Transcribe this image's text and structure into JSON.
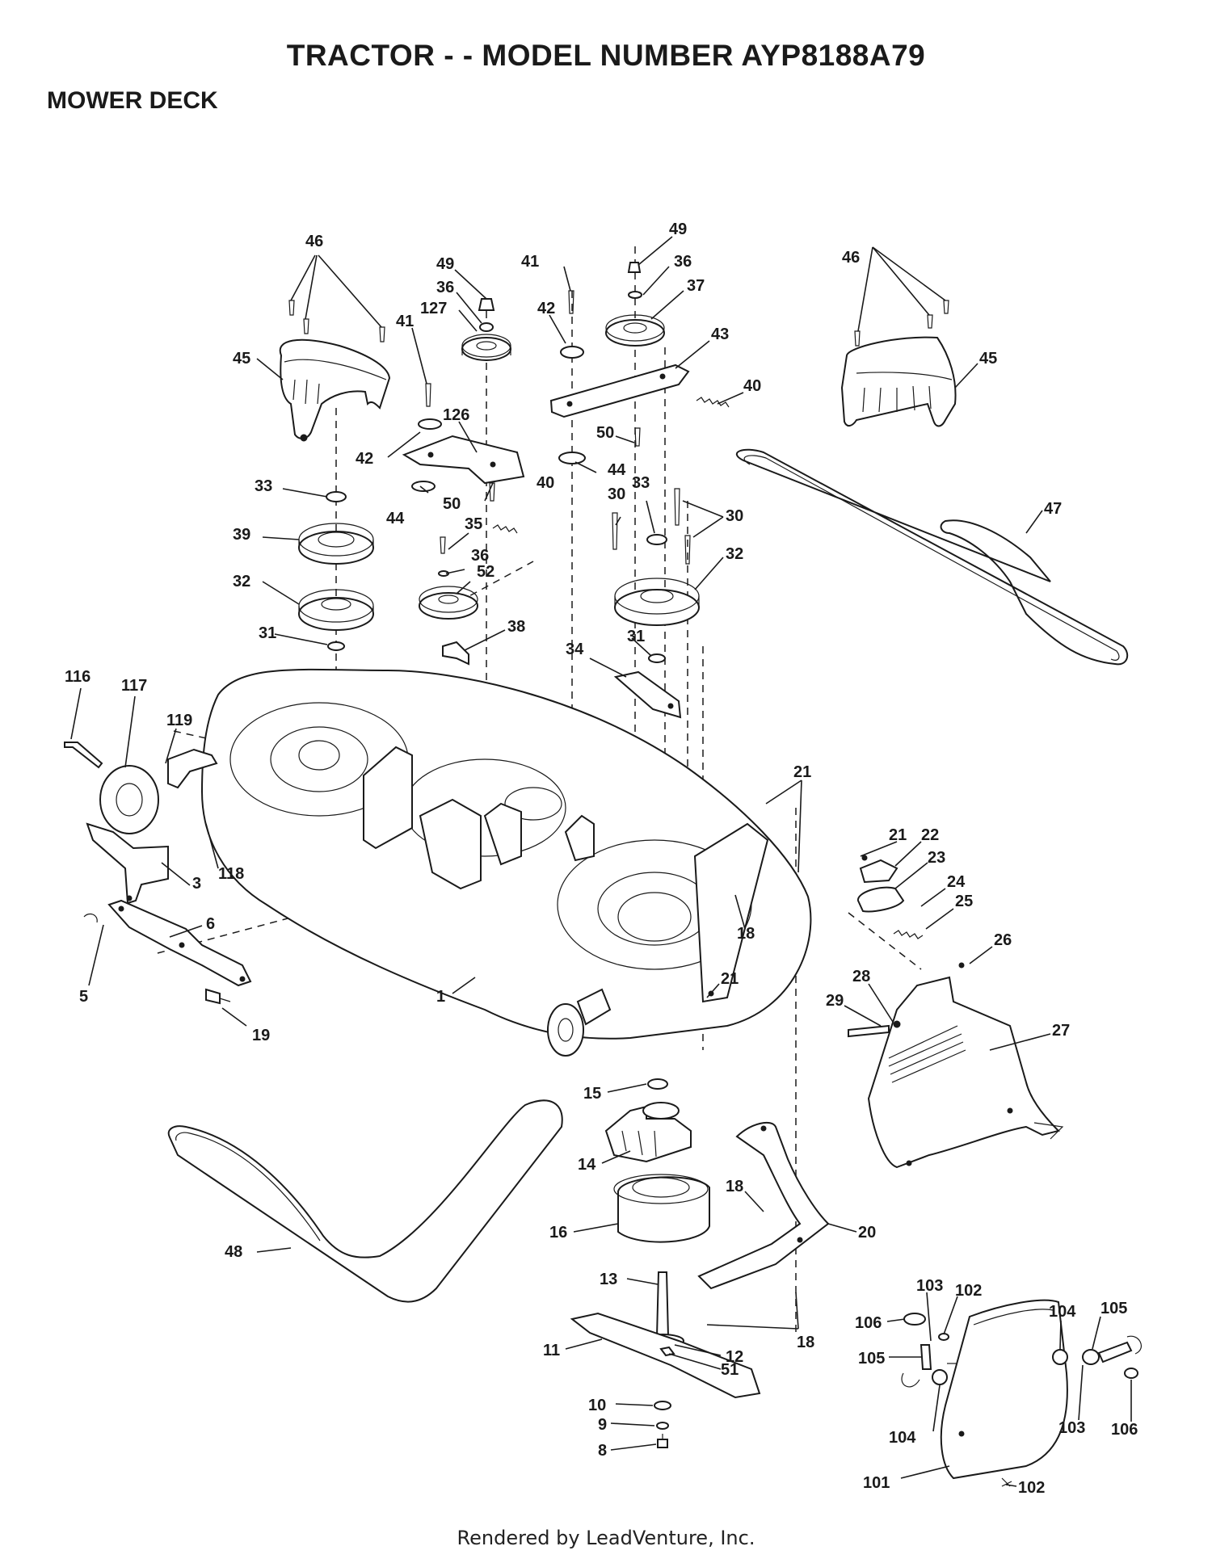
{
  "header": {
    "title": "TRACTOR - - MODEL NUMBER AYP8188A79",
    "section": "MOWER DECK"
  },
  "footer": {
    "credit": "Rendered by LeadVenture, Inc."
  },
  "callouts": [
    {
      "id": "c46a",
      "text": "46"
    },
    {
      "id": "c45a",
      "text": "45"
    },
    {
      "id": "c49a",
      "text": "49"
    },
    {
      "id": "c36a",
      "text": "36"
    },
    {
      "id": "c127",
      "text": "127"
    },
    {
      "id": "c41a",
      "text": "41"
    },
    {
      "id": "c42a",
      "text": "42"
    },
    {
      "id": "c126",
      "text": "126"
    },
    {
      "id": "c41b",
      "text": "41"
    },
    {
      "id": "c42b",
      "text": "42"
    },
    {
      "id": "c49b",
      "text": "49"
    },
    {
      "id": "c36b",
      "text": "36"
    },
    {
      "id": "c37",
      "text": "37"
    },
    {
      "id": "c43",
      "text": "43"
    },
    {
      "id": "c40a",
      "text": "40"
    },
    {
      "id": "c46b",
      "text": "46"
    },
    {
      "id": "c45b",
      "text": "45"
    },
    {
      "id": "c33a",
      "text": "33"
    },
    {
      "id": "c44a",
      "text": "44"
    },
    {
      "id": "c50a",
      "text": "50"
    },
    {
      "id": "c40b",
      "text": "40"
    },
    {
      "id": "c50b",
      "text": "50"
    },
    {
      "id": "c44b",
      "text": "44"
    },
    {
      "id": "c30a",
      "text": "30"
    },
    {
      "id": "c33b",
      "text": "33"
    },
    {
      "id": "c30b",
      "text": "30"
    },
    {
      "id": "c47",
      "text": "47"
    },
    {
      "id": "c39",
      "text": "39"
    },
    {
      "id": "c35",
      "text": "35"
    },
    {
      "id": "c36c",
      "text": "36"
    },
    {
      "id": "c52",
      "text": "52"
    },
    {
      "id": "c32a",
      "text": "32"
    },
    {
      "id": "c32b",
      "text": "32"
    },
    {
      "id": "c31a",
      "text": "31"
    },
    {
      "id": "c38",
      "text": "38"
    },
    {
      "id": "c34",
      "text": "34"
    },
    {
      "id": "c31b",
      "text": "31"
    },
    {
      "id": "c116",
      "text": "116"
    },
    {
      "id": "c117",
      "text": "117"
    },
    {
      "id": "c119",
      "text": "119"
    },
    {
      "id": "c21a",
      "text": "21"
    },
    {
      "id": "c118",
      "text": "118"
    },
    {
      "id": "c3",
      "text": "3"
    },
    {
      "id": "c21b",
      "text": "21"
    },
    {
      "id": "c22",
      "text": "22"
    },
    {
      "id": "c23",
      "text": "23"
    },
    {
      "id": "c6",
      "text": "6"
    },
    {
      "id": "c18a",
      "text": "18"
    },
    {
      "id": "c24",
      "text": "24"
    },
    {
      "id": "c25",
      "text": "25"
    },
    {
      "id": "c26",
      "text": "26"
    },
    {
      "id": "c5",
      "text": "5"
    },
    {
      "id": "c1",
      "text": "1"
    },
    {
      "id": "c21c",
      "text": "21"
    },
    {
      "id": "c28",
      "text": "28"
    },
    {
      "id": "c29",
      "text": "29"
    },
    {
      "id": "c27",
      "text": "27"
    },
    {
      "id": "c19",
      "text": "19"
    },
    {
      "id": "c15",
      "text": "15"
    },
    {
      "id": "c14",
      "text": "14"
    },
    {
      "id": "c18b",
      "text": "18"
    },
    {
      "id": "c20",
      "text": "20"
    },
    {
      "id": "c16",
      "text": "16"
    },
    {
      "id": "c48",
      "text": "48"
    },
    {
      "id": "c13",
      "text": "13"
    },
    {
      "id": "c18c",
      "text": "18"
    },
    {
      "id": "c103a",
      "text": "103"
    },
    {
      "id": "c102a",
      "text": "102"
    },
    {
      "id": "c106a",
      "text": "106"
    },
    {
      "id": "c104a",
      "text": "104"
    },
    {
      "id": "c105a",
      "text": "105"
    },
    {
      "id": "c12",
      "text": "12"
    },
    {
      "id": "c11",
      "text": "11"
    },
    {
      "id": "c105b",
      "text": "105"
    },
    {
      "id": "c51",
      "text": "51"
    },
    {
      "id": "c10",
      "text": "10"
    },
    {
      "id": "c9",
      "text": "9"
    },
    {
      "id": "c104b",
      "text": "104"
    },
    {
      "id": "c103b",
      "text": "103"
    },
    {
      "id": "c106b",
      "text": "106"
    },
    {
      "id": "c8",
      "text": "8"
    },
    {
      "id": "c101",
      "text": "101"
    },
    {
      "id": "c102b",
      "text": "102"
    }
  ]
}
